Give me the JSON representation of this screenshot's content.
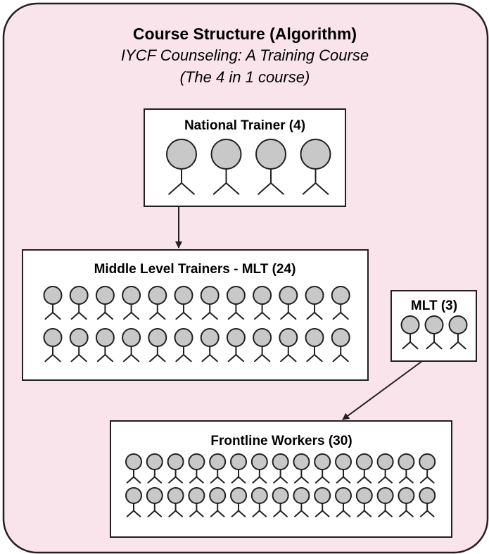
{
  "colors": {
    "panel_fill": "#f8e4ea",
    "box_fill": "#ffffff",
    "stroke": "#231f20",
    "head_fill": "#c8c8c8"
  },
  "header": {
    "title": "Course Structure (Algorithm)",
    "subtitle_line1": "IYCF Counseling: A Training Course",
    "subtitle_line2": "(The 4 in 1 course)"
  },
  "boxes": [
    {
      "id": "national-trainer",
      "label": "National Trainer (4)",
      "count": 4
    },
    {
      "id": "middle-level-trainers",
      "label": "Middle Level Trainers - MLT (24)",
      "count": 24
    },
    {
      "id": "mlt-small",
      "label": "MLT (3)",
      "count": 3
    },
    {
      "id": "frontline-workers",
      "label": "Frontline Workers (30)",
      "count": 30
    }
  ],
  "flows": [
    {
      "from": "national-trainer",
      "to": "middle-level-trainers"
    },
    {
      "from": "mlt-small",
      "to": "frontline-workers"
    }
  ]
}
